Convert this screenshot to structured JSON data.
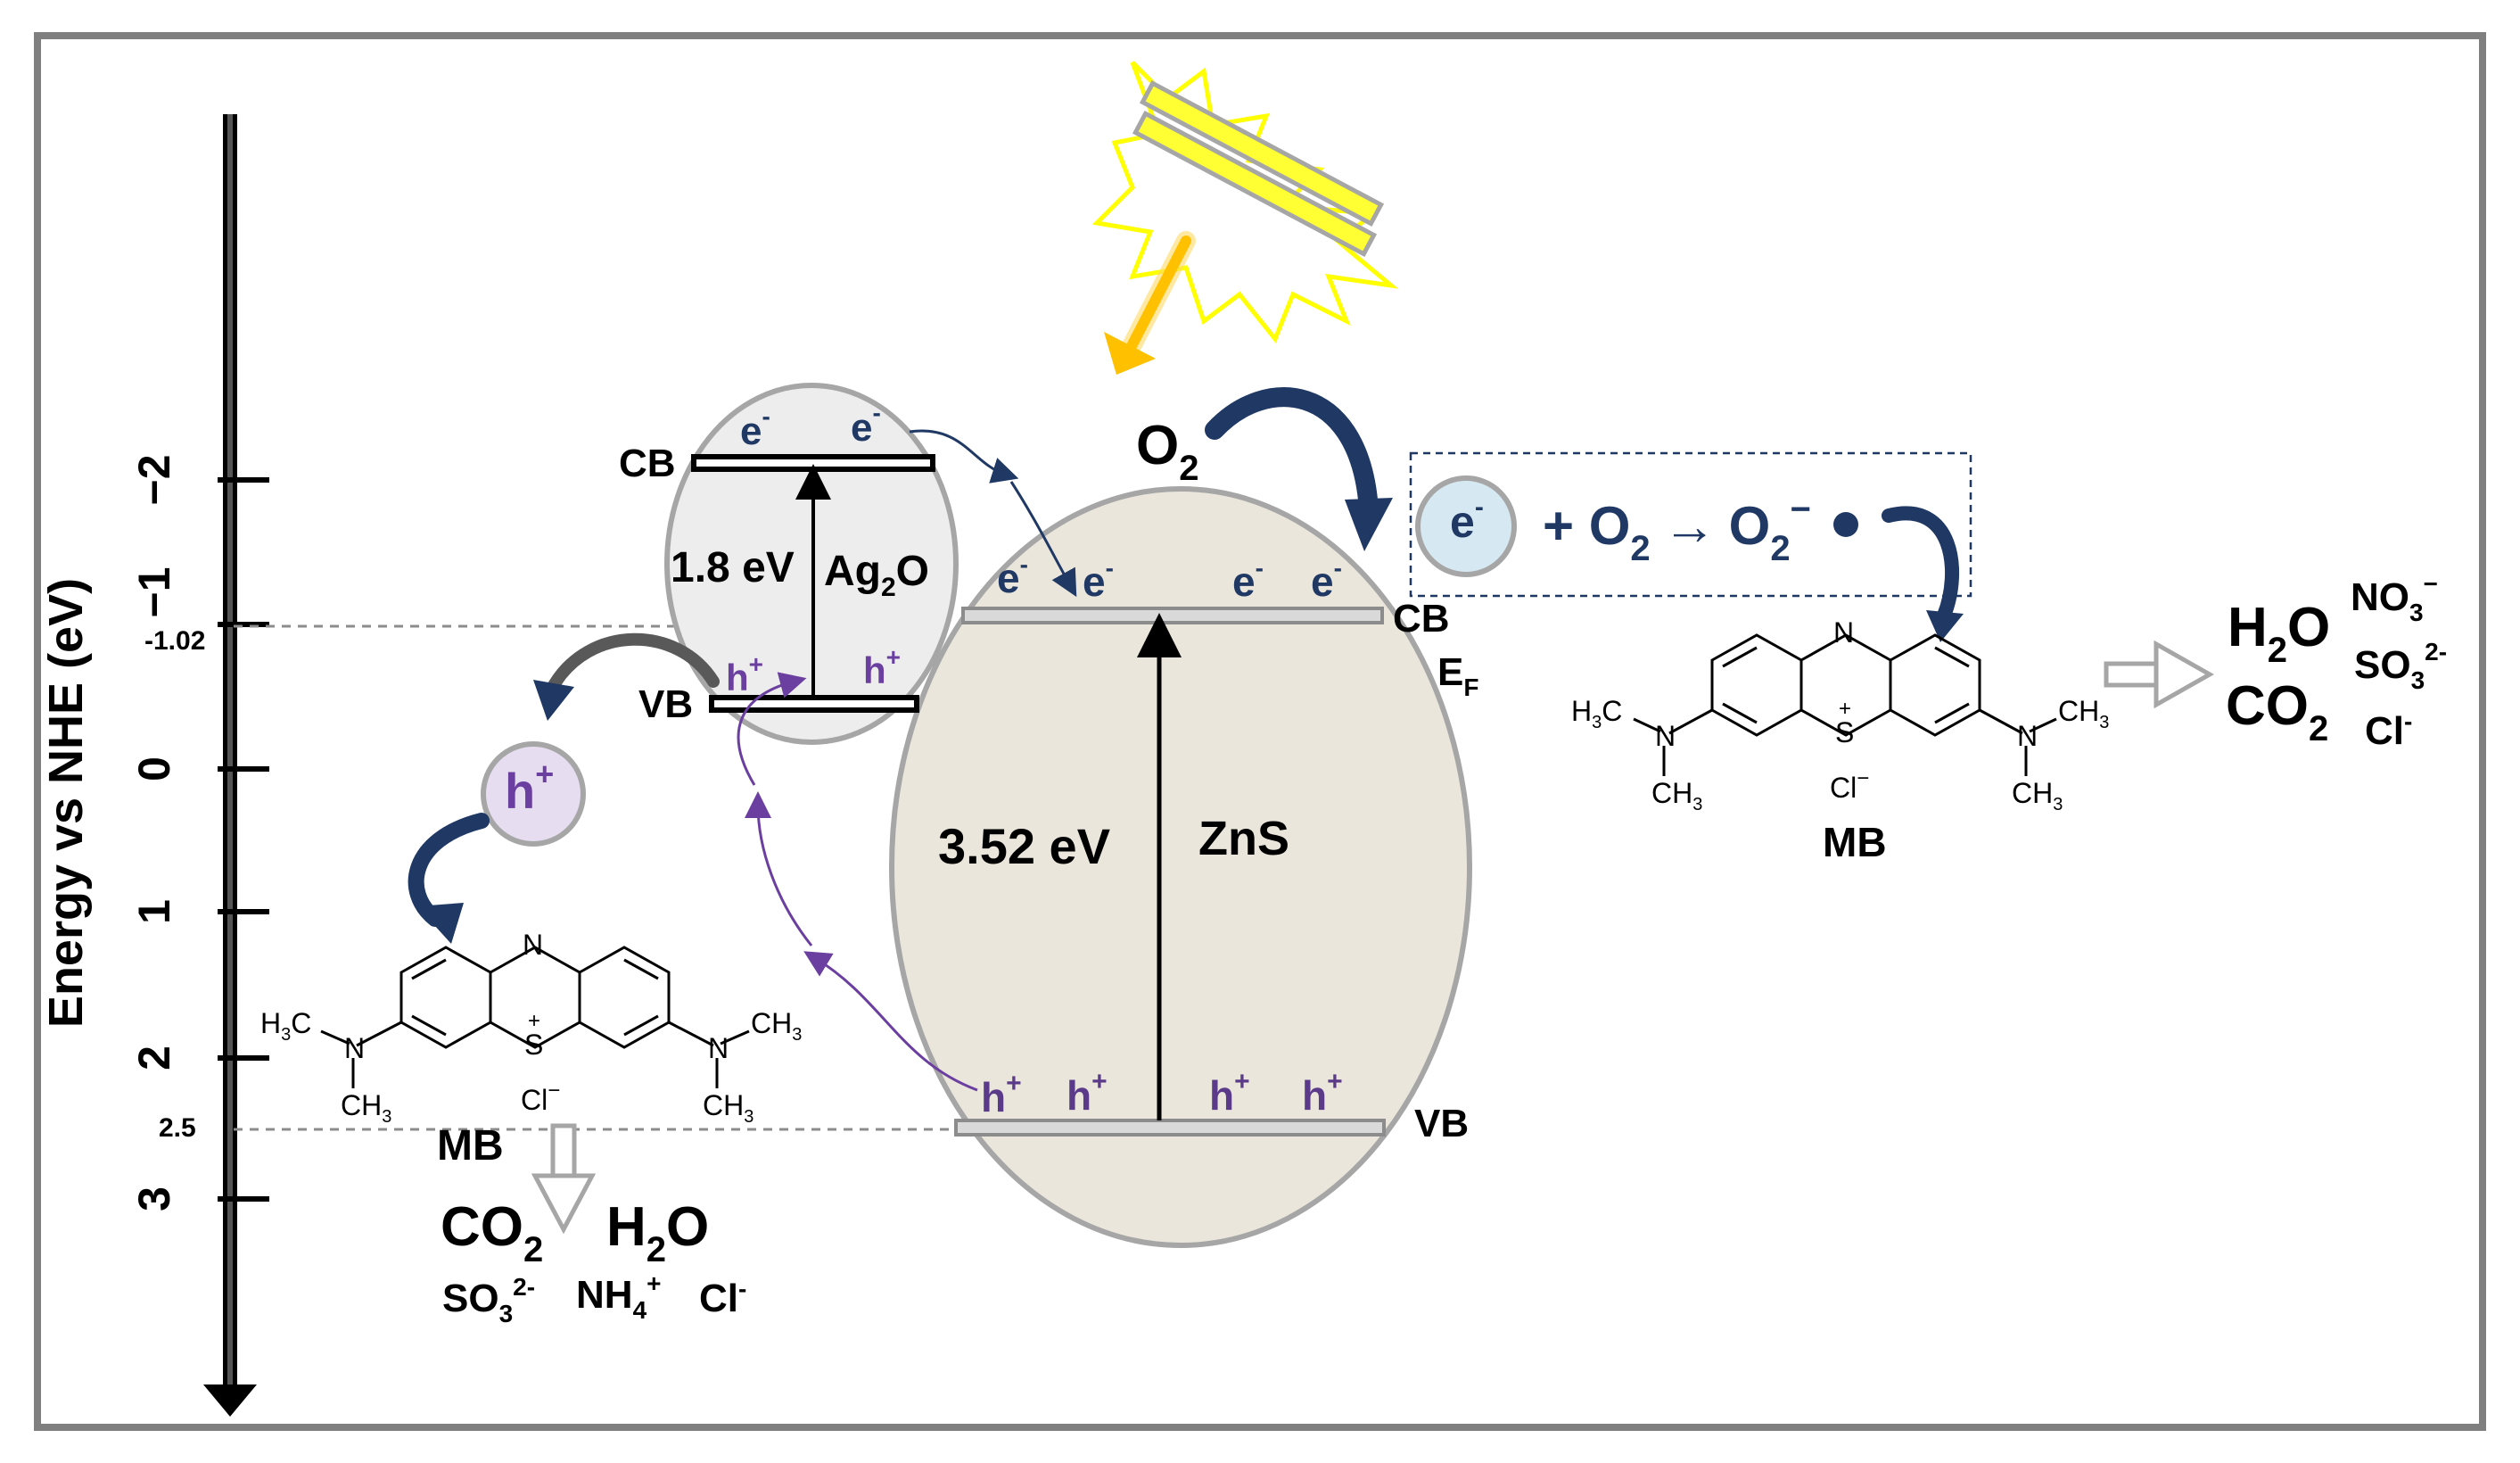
{
  "axis": {
    "label": "Energy vs NHE (eV)",
    "ticks": [
      "−2",
      "−1",
      "0",
      "1",
      "2",
      "3"
    ],
    "markers": {
      "cb_level": "-1.02",
      "vb_level": "2.5"
    }
  },
  "ag2o": {
    "name": "Ag",
    "sub": "2",
    "name_tail": "O",
    "gap": "1.8 eV",
    "cb": "CB",
    "vb": "VB"
  },
  "zns": {
    "name": "ZnS",
    "gap": "3.52 eV",
    "cb": "CB",
    "vb": "VB",
    "ef": "E",
    "ef_sub": "F"
  },
  "carriers": {
    "electron": "e",
    "electron_sup": "-",
    "hole": "h",
    "hole_sup": "+"
  },
  "oxygen": {
    "o2": "O",
    "o2_sub": "2"
  },
  "reaction": {
    "electron": "e",
    "electron_sup": "-",
    "plus": "+ O",
    "o2_sub": "2",
    "arrow": "→",
    "product": "O",
    "product_sub": "2",
    "product_sup": "−"
  },
  "hole_bubble": {
    "h": "h",
    "sup": "+"
  },
  "mb_left": {
    "label": "MB",
    "n_top": "N",
    "s_ring": "S",
    "plus": "+",
    "counter_ion": "Cl",
    "counter_sup": "−",
    "left_amine": "N",
    "right_amine": "N",
    "h3c": "H",
    "h3c_sub": "3",
    "h3c_c": "C",
    "ch3": "CH",
    "ch3_sub": "3"
  },
  "mb_right": {
    "label": "MB",
    "n_top": "N",
    "s_ring": "S",
    "plus": "+",
    "counter_ion": "Cl",
    "counter_sup": "−",
    "left_amine": "N",
    "right_amine": "N",
    "h3c": "H",
    "h3c_sub": "3",
    "h3c_c": "C",
    "ch3": "CH",
    "ch3_sub": "3"
  },
  "products_left": {
    "co2": "CO",
    "co2_sub": "2",
    "h2o": "H",
    "h2o_sub": "2",
    "h2o_tail": "O",
    "so3": "SO",
    "so3_sub": "3",
    "so3_sup": "2-",
    "nh4": "NH",
    "nh4_sub": "4",
    "nh4_sup": "+",
    "cl": "Cl",
    "cl_sup": "-"
  },
  "products_right": {
    "h2o": "H",
    "h2o_sub": "2",
    "h2o_tail": "O",
    "co2": "CO",
    "co2_sub": "2",
    "no3": "NO",
    "no3_sub": "3",
    "no3_sup": "−",
    "so3": "SO",
    "so3_sub": "3",
    "so3_sup": "2-",
    "cl": "Cl",
    "cl_sup": "-"
  },
  "colors": {
    "frame": "#7f7f7f",
    "zns_fill": "#eae6dc",
    "ag2o_fill": "#ededed",
    "electron": "#1f3864",
    "hole": "#5b3a8a",
    "hole_bubble": "#e6ddf0",
    "electron_bubble": "#d6e9f3",
    "sun": "#ffff33",
    "ray": "#ffc000",
    "band_gray": "#a6a6a6"
  },
  "icons": {
    "light": "lamp-icon",
    "ray": "light-ray-arrow-icon"
  }
}
